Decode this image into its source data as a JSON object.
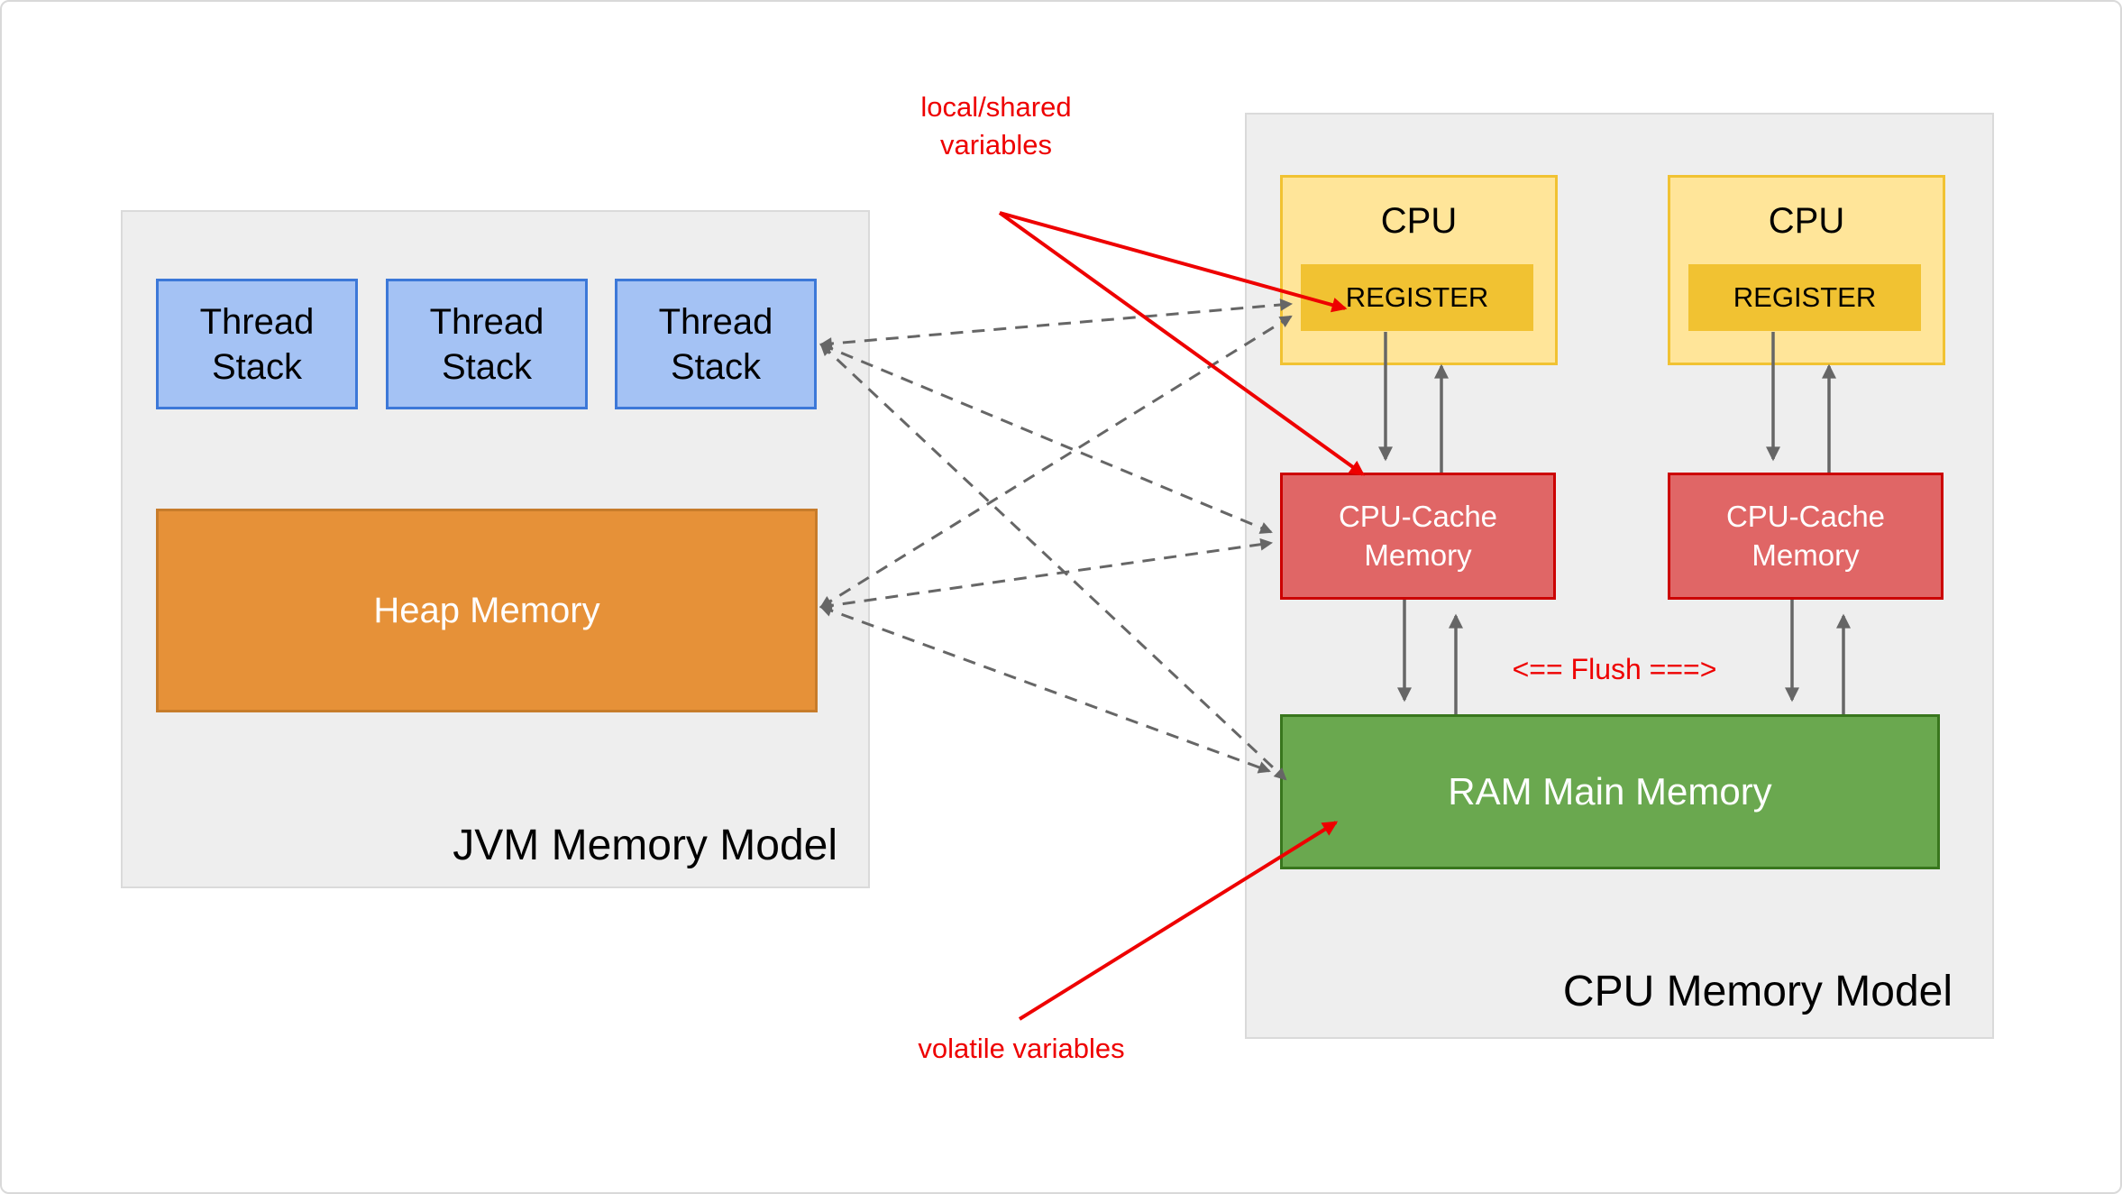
{
  "diagram": {
    "jvm": {
      "title": "JVM Memory Model",
      "thread_stacks": [
        {
          "label": "Thread\nStack"
        },
        {
          "label": "Thread\nStack"
        },
        {
          "label": "Thread\nStack"
        }
      ],
      "heap_label": "Heap Memory"
    },
    "cpu": {
      "title": "CPU Memory Model",
      "columns": [
        {
          "cpu_label": "CPU",
          "register_label": "REGISTER",
          "cache_label": "CPU-Cache\nMemory"
        },
        {
          "cpu_label": "CPU",
          "register_label": "REGISTER",
          "cache_label": "CPU-Cache\nMemory"
        }
      ],
      "ram_label": "RAM Main Memory",
      "flush_label": "<== Flush ===>"
    },
    "annotations": {
      "local_shared_label": "local/shared\nvariables",
      "volatile_label": "volatile variables"
    },
    "colors": {
      "panel_fill": "#eeeeee",
      "panel_border": "#dadada",
      "thread_stack_fill": "#a4c2f4",
      "thread_stack_border": "#3c78d8",
      "heap_fill": "#e69138",
      "cpu_fill": "#ffe599",
      "cpu_border": "#f1c232",
      "register_fill": "#f1c232",
      "cache_fill": "#e06666",
      "cache_border": "#cc0000",
      "ram_fill": "#6aa84f",
      "ram_border": "#38761d",
      "annotation_red": "#ee0000",
      "arrow_gray": "#666666"
    }
  }
}
